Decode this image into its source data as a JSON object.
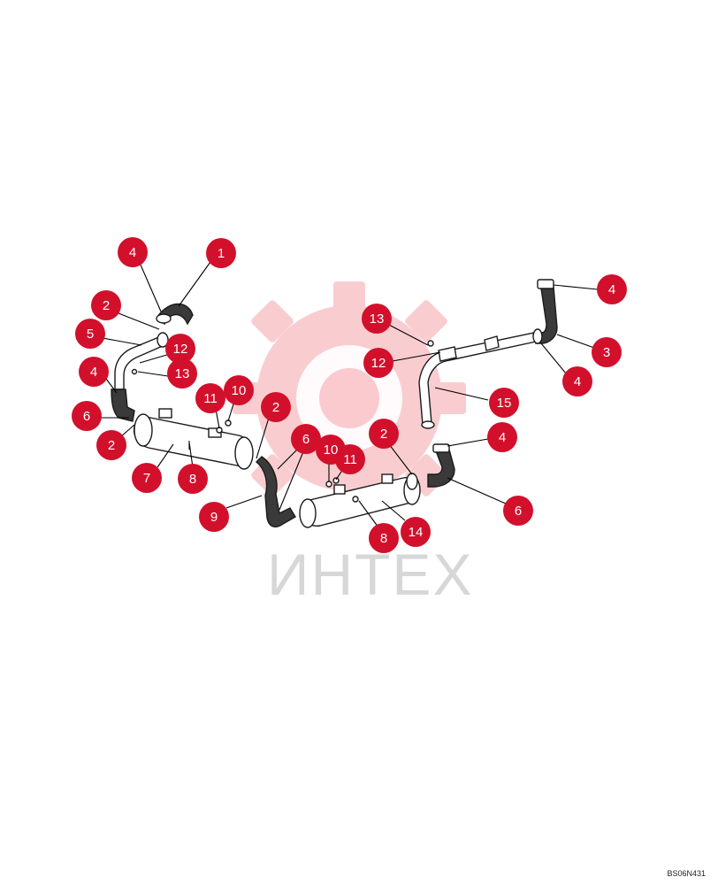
{
  "watermark": {
    "text": "ИНТЕХ",
    "color": "#e8202e"
  },
  "drawing_code": "BS06N431",
  "callout_color": "#d2102c",
  "callouts": [
    {
      "id": "c1",
      "label": "4"
    },
    {
      "id": "c2",
      "label": "1"
    },
    {
      "id": "c3",
      "label": "2"
    },
    {
      "id": "c4",
      "label": "5"
    },
    {
      "id": "c5",
      "label": "12"
    },
    {
      "id": "c6",
      "label": "4"
    },
    {
      "id": "c7",
      "label": "13"
    },
    {
      "id": "c8",
      "label": "6"
    },
    {
      "id": "c9",
      "label": "2"
    },
    {
      "id": "c10",
      "label": "11"
    },
    {
      "id": "c11",
      "label": "10"
    },
    {
      "id": "c12",
      "label": "7"
    },
    {
      "id": "c13",
      "label": "8"
    },
    {
      "id": "c14",
      "label": "2"
    },
    {
      "id": "c15",
      "label": "6"
    },
    {
      "id": "c16",
      "label": "9"
    },
    {
      "id": "c17",
      "label": "10"
    },
    {
      "id": "c18",
      "label": "11"
    },
    {
      "id": "c19",
      "label": "8"
    },
    {
      "id": "c20",
      "label": "14"
    },
    {
      "id": "c21",
      "label": "13"
    },
    {
      "id": "c22",
      "label": "12"
    },
    {
      "id": "c23",
      "label": "15"
    },
    {
      "id": "c24",
      "label": "2"
    },
    {
      "id": "c25",
      "label": "4"
    },
    {
      "id": "c26",
      "label": "6"
    },
    {
      "id": "c27",
      "label": "4"
    },
    {
      "id": "c28",
      "label": "3"
    },
    {
      "id": "c29",
      "label": "4"
    }
  ]
}
